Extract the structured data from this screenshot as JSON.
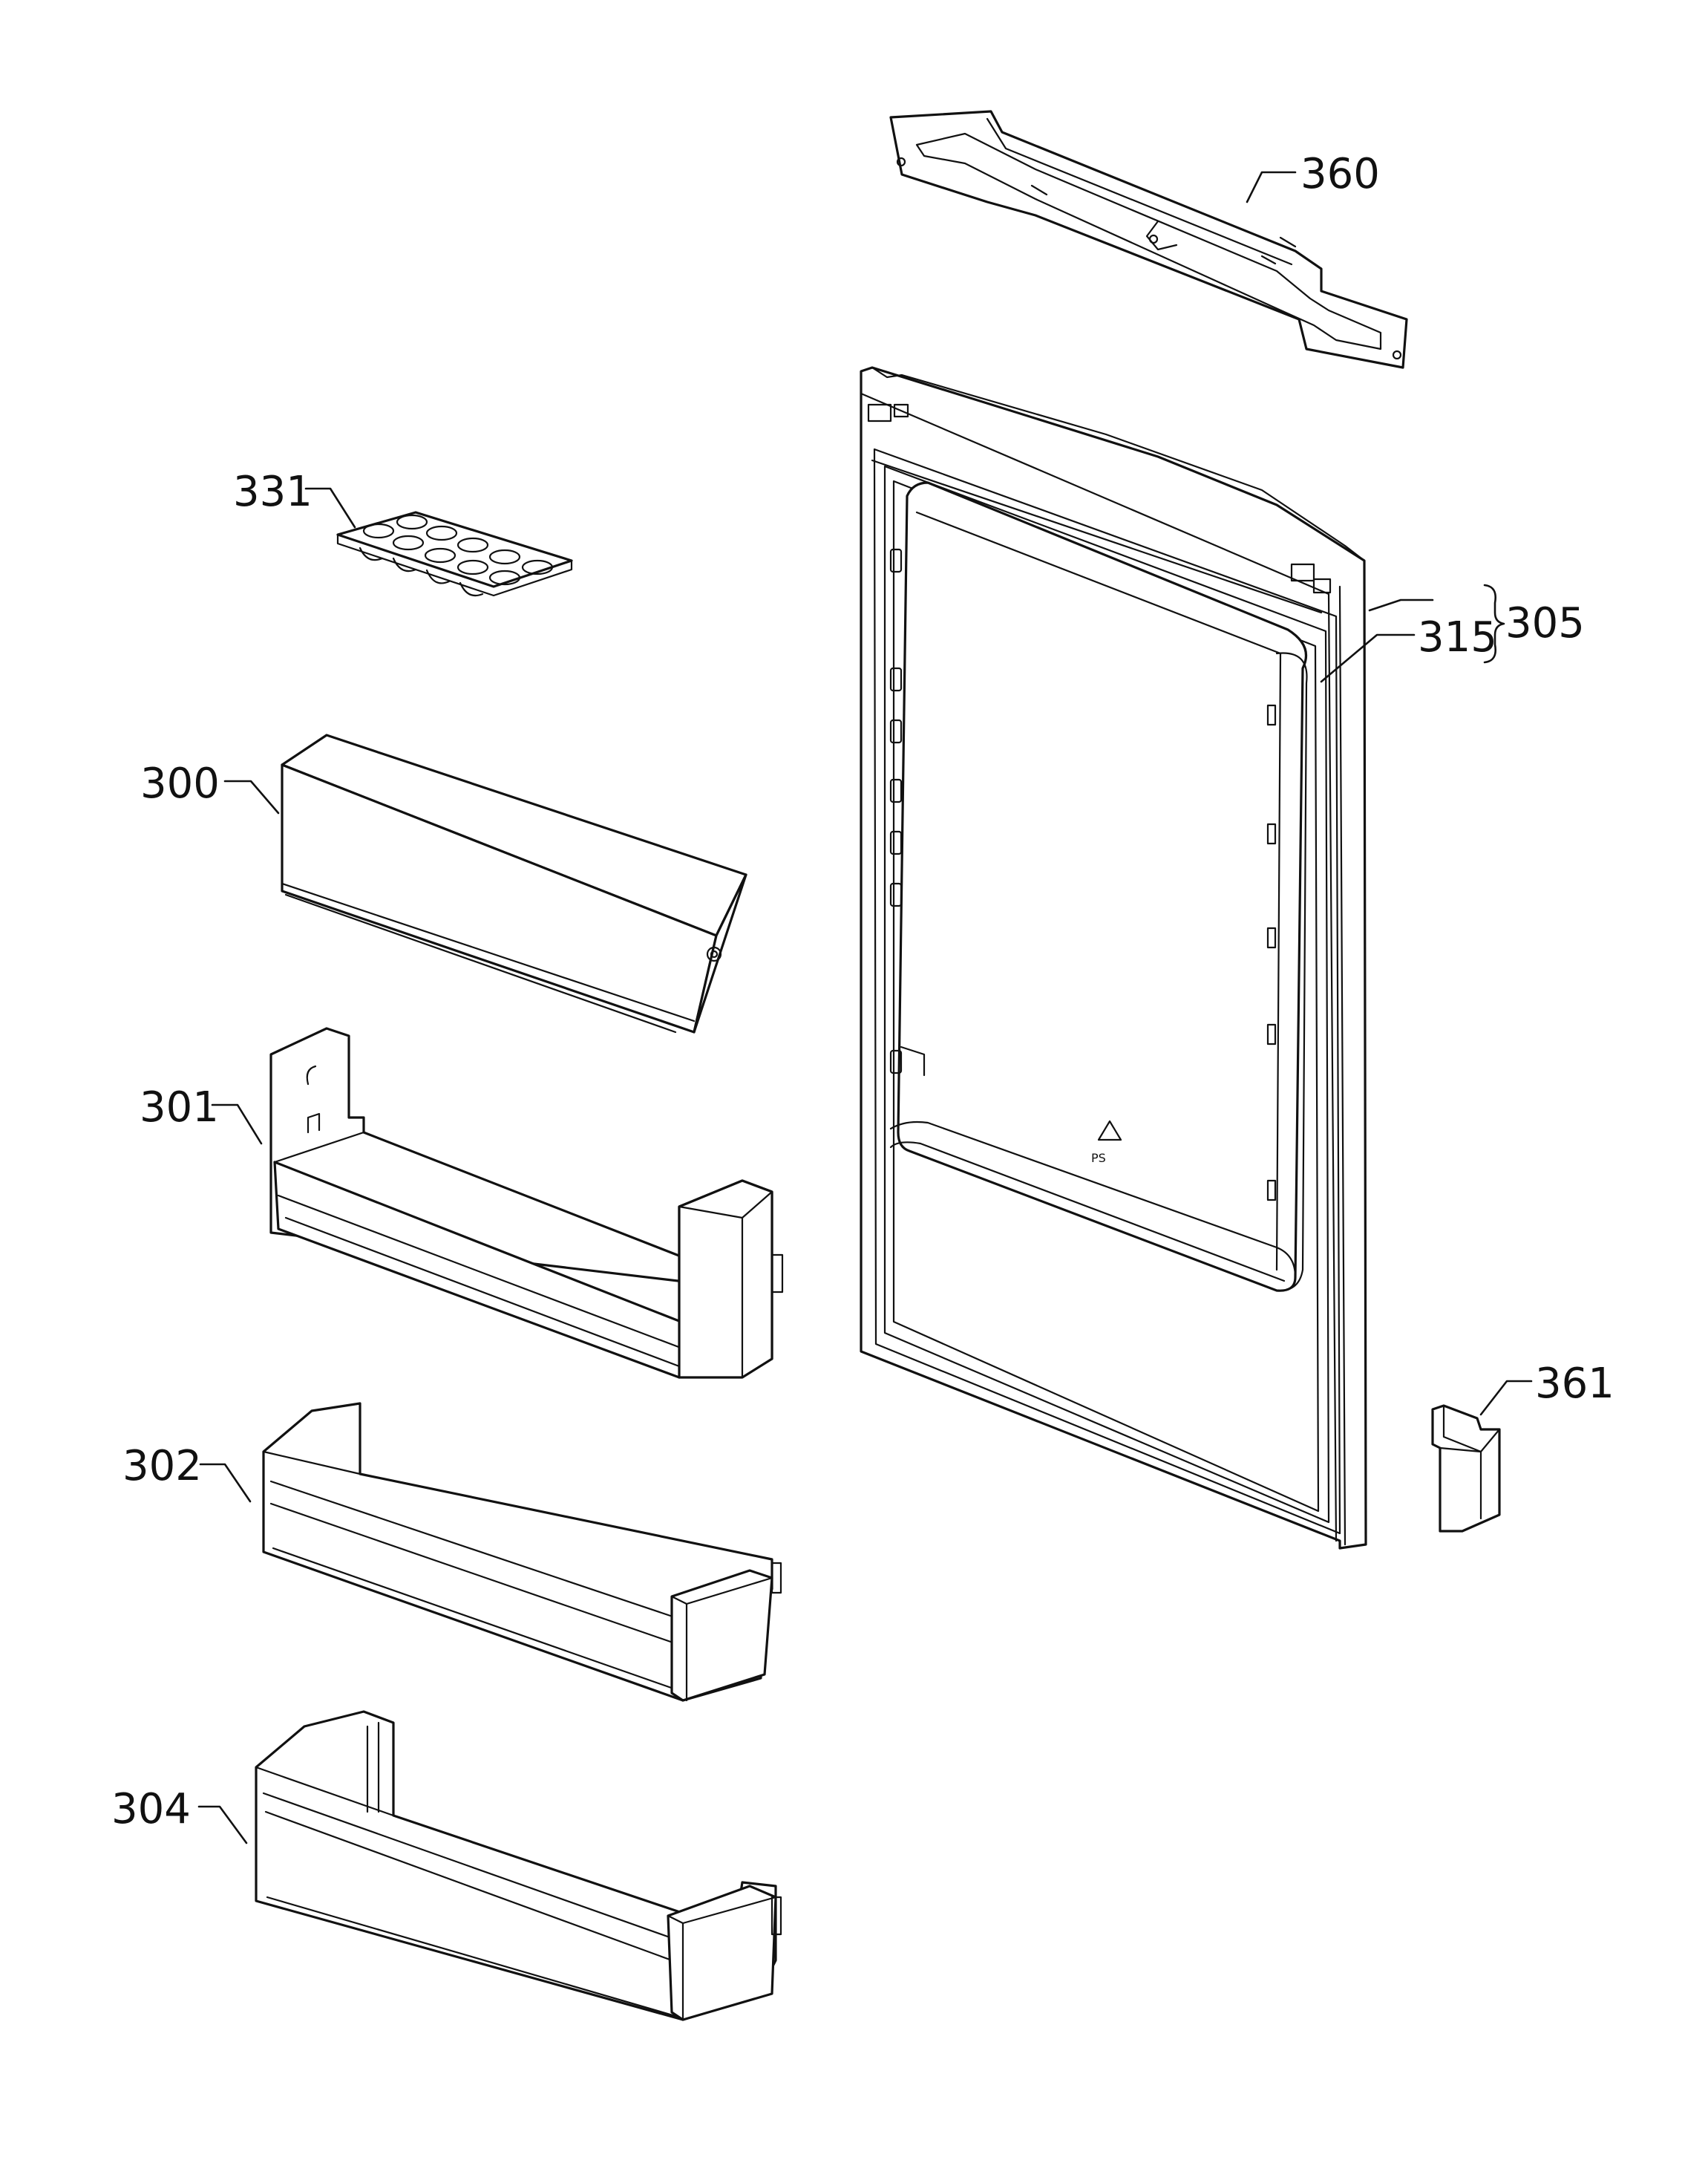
{
  "diagram": {
    "callouts": {
      "c360": "360",
      "c331": "331",
      "c305": "305",
      "c315": "315",
      "c300": "300",
      "c301": "301",
      "c361": "361",
      "c302": "302",
      "c304": "304"
    },
    "door_marking": "PS",
    "colors": {
      "line": "#111111",
      "background": "#ffffff"
    }
  }
}
